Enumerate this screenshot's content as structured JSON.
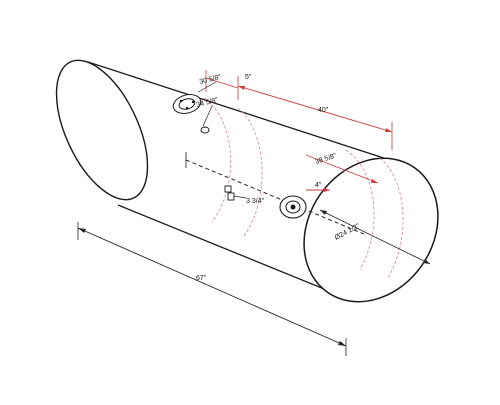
{
  "diagram": {
    "colors": {
      "outline": "#1a1a1a",
      "dimension_black": "#222222",
      "dimension_red": "#d23b3b",
      "hidden_red": "#d98080",
      "background": "#ffffff"
    },
    "labels": {
      "overall_length": "67\"",
      "diameter": "Ø24 1/2\"",
      "red_top_length": "40\"",
      "red_top_offset": "5\"",
      "red_lower_length": "38 5/8\"",
      "red_lower_offset": "4\"",
      "top_port_dist_a": "30 5/8\"",
      "top_port_dist_b": "34 5/8\"",
      "side_port_dist": "3 3/4\""
    }
  }
}
